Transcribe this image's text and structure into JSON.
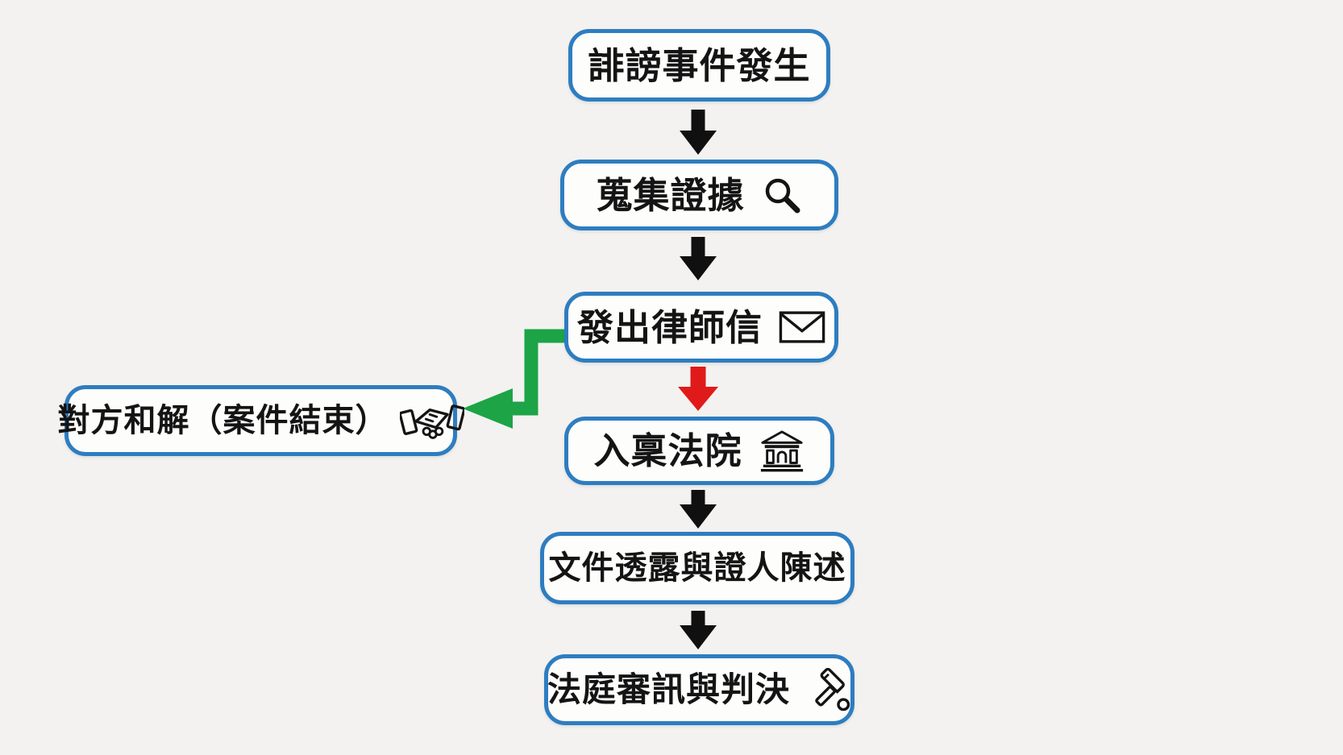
{
  "page": {
    "background": "#f3f2f0"
  },
  "colors": {
    "box_border": "#2e7dc0",
    "box_fill": "#fdfdfc",
    "text": "#141414",
    "arrow_black": "#101010",
    "arrow_red": "#e01a1a",
    "arrow_green": "#1ca447",
    "page_bg": "#f3f2f0"
  },
  "flow": {
    "nodes": [
      {
        "id": "incident",
        "label": "誹謗事件發生",
        "icon": null
      },
      {
        "id": "evidence",
        "label": "蒐集證據",
        "icon": "magnifier-icon"
      },
      {
        "id": "letter",
        "label": "發出律師信",
        "icon": "envelope-icon"
      },
      {
        "id": "settlement",
        "label": "對方和解（案件結束）",
        "icon": "handshake-icon"
      },
      {
        "id": "filing",
        "label": "入稟法院",
        "icon": "courthouse-icon"
      },
      {
        "id": "discovery",
        "label": "文件透露與證人陳述",
        "icon": null
      },
      {
        "id": "trial",
        "label": "法庭審訊與判決",
        "icon": "gavel-icon"
      }
    ],
    "edges": [
      {
        "from": "誹謗事件發生",
        "to": "蒐集證據",
        "style": "black-down"
      },
      {
        "from": "蒐集證據",
        "to": "發出律師信",
        "style": "black-down"
      },
      {
        "from": "發出律師信",
        "to": "入稟法院",
        "style": "red-down"
      },
      {
        "from": "發出律師信",
        "to": "對方和解（案件結束）",
        "style": "green-elbow-left"
      },
      {
        "from": "入稟法院",
        "to": "文件透露與證人陳述",
        "style": "black-down"
      },
      {
        "from": "文件透露與證人陳述",
        "to": "法庭審訊與判決",
        "style": "black-down"
      }
    ]
  }
}
